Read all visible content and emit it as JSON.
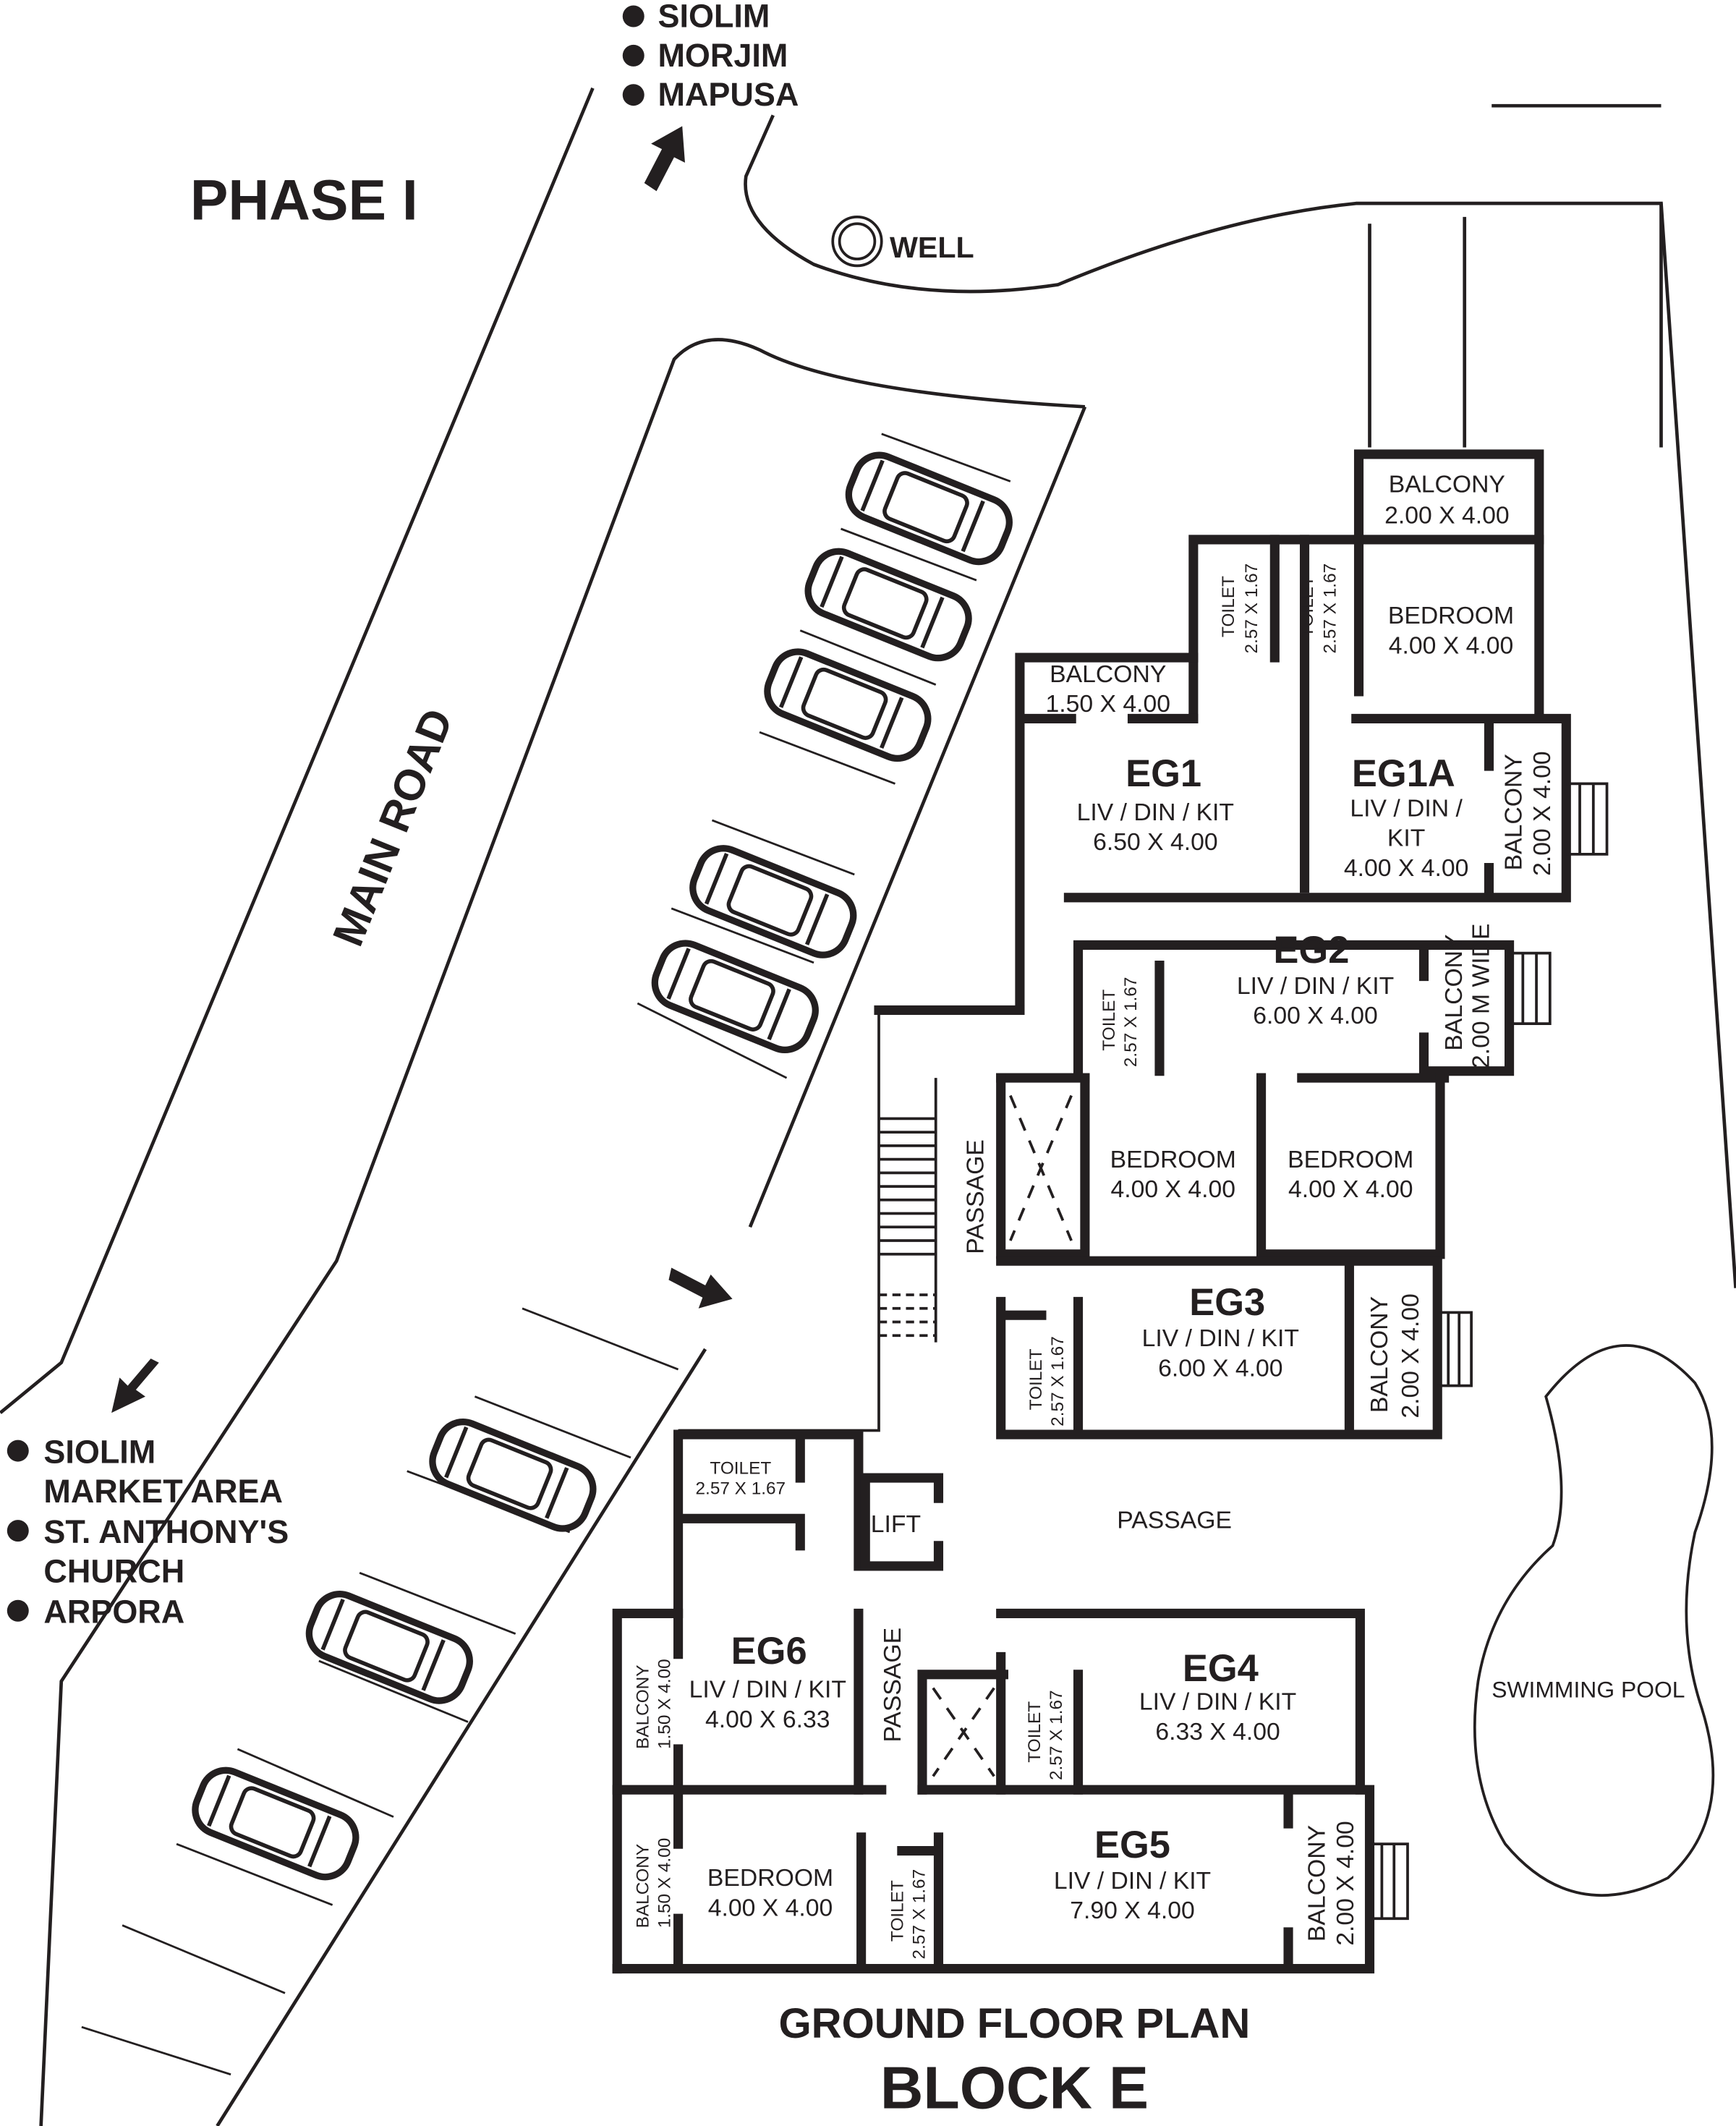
{
  "title": "PHASE I",
  "plan_title": "GROUND FLOOR PLAN",
  "block": "BLOCK E",
  "road_label": "MAIN ROAD",
  "well": "WELL",
  "north_destinations": [
    "SIOLIM",
    "MORJIM",
    "MAPUSA"
  ],
  "south_destinations": [
    "SIOLIM",
    "MARKET AREA",
    "ST. ANTHONY'S",
    "CHURCH",
    "ARPORA"
  ],
  "pool": "SWIMMING POOL",
  "lift": "LIFT",
  "passage": "PASSAGE",
  "units": {
    "eg1": {
      "name": "EG1",
      "room": "LIV / DIN / KIT",
      "size": "6.50 X 4.00",
      "balcony": "BALCONY",
      "balcony_size": "1.50 X 4.00",
      "toilet": "TOILET",
      "toilet_size": "2.57 X 1.67"
    },
    "eg1a": {
      "name": "EG1A",
      "room1": "LIV / DIN /",
      "room2": "KIT",
      "size": "4.00 X 4.00",
      "balcony": "BALCONY",
      "balcony_size": "2.00 X 4.00",
      "top_balcony": "BALCONY",
      "top_balcony_size": "2.00 X 4.00",
      "bedroom": "BEDROOM",
      "bedroom_size": "4.00 X 4.00",
      "toilet": "TOILET",
      "toilet_size": "2.57 X 1.67"
    },
    "eg2": {
      "name": "EG2",
      "room": "LIV / DIN / KIT",
      "size": "6.00 X 4.00",
      "balcony": "BALCONY",
      "balcony_size": "2.00 M WIDE",
      "toilet": "TOILET",
      "toilet_size": "2.57 X 1.67",
      "bedroom1": "BEDROOM",
      "bedroom1_size": "4.00 X 4.00",
      "bedroom2": "BEDROOM",
      "bedroom2_size": "4.00 X 4.00"
    },
    "eg3": {
      "name": "EG3",
      "room": "LIV / DIN / KIT",
      "size": "6.00 X 4.00",
      "balcony": "BALCONY",
      "balcony_size": "2.00 X 4.00",
      "toilet": "TOILET",
      "toilet_size": "2.57 X 1.67"
    },
    "eg4": {
      "name": "EG4",
      "room": "LIV / DIN / KIT",
      "size": "6.33 X 4.00",
      "toilet": "TOILET",
      "toilet_size": "2.57 X 1.67"
    },
    "eg5": {
      "name": "EG5",
      "room": "LIV / DIN / KIT",
      "size": "7.90 X 4.00",
      "balcony": "BALCONY",
      "balcony_size": "2.00 X 4.00",
      "toilet": "TOILET",
      "toilet_size": "2.57 X 1.67",
      "bedroom": "BEDROOM",
      "bedroom_size": "4.00 X 4.00",
      "bed_balcony": "BALCONY",
      "bed_balcony_size": "1.50 X 4.00"
    },
    "eg6": {
      "name": "EG6",
      "room": "LIV / DIN / KIT",
      "size": "4.00 X 6.33",
      "balcony": "BALCONY",
      "balcony_size": "1.50 X 4.00",
      "toilet": "TOILET",
      "toilet_size": "2.57 X 1.67"
    }
  }
}
